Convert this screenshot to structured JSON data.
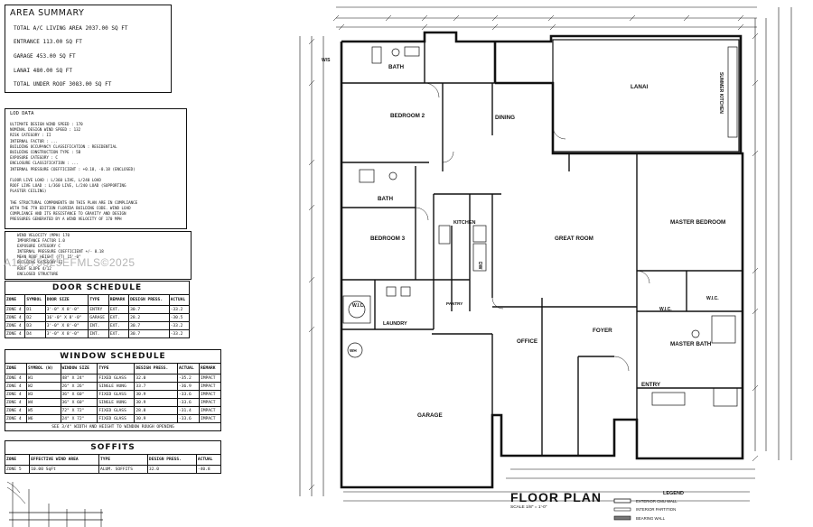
{
  "area_summary": {
    "title": "AREA SUMMARY",
    "rows": [
      "TOTAL A/C LIVING AREA 2037.00 SQ FT",
      "ENTRANCE 113.00 SQ FT",
      "GARAGE 453.00 SQ FT",
      "LANAI 480.00 SQ FT",
      "TOTAL UNDER ROOF 3083.00 SQ FT"
    ]
  },
  "load_data": {
    "title": "LOD DATA",
    "lines": [
      "ULTIMATE DESIGN WIND SPEED : 170",
      "NOMINAL DESIGN WIND SPEED : 132",
      "RISK CATEGORY : II",
      "INTERNAL FACTOR : ...",
      "BUILDING OCCUPANCY CLASSIFICATION : RESIDENTIAL",
      "BUILDING CONSTRUCTION TYPE : 5B",
      "EXPOSURE CATEGORY : C",
      "ENCLOSURE CLASSIFICATION : ...",
      "INTERNAL PRESSURE COEFFICIENT : +0.18, -0.18 (ENCLOSED)",
      "",
      "FLOOR LIVE LOAD : L/360 LIVE, L/240 LOAD",
      "ROOF LIVE LOAD : L/360 LIVE, L/240 LOAD (SUPPORTING",
      "PLASTER CEILING)",
      "",
      "THE STRUCTURAL COMPONENTS ON THIS PLAN ARE IN COMPLIANCE",
      "WITH THE 7TH EDITION FLORIDA BUILDING CODE. WIND LOAD",
      "COMPLIANCE AND ITS RESISTANCE TO GRAVITY AND DESIGN",
      "PRESSURES GENERATED BY A WIND VELOCITY OF 170 MPH"
    ]
  },
  "wind_data": {
    "lines": [
      "WIND VELOCITY (MPH) 170",
      "IMPORTANCE FACTOR 1.0",
      "EXPOSURE CATEGORY C",
      "INTERNAL PRESSURE COEFFICIENT +/- 0.18",
      "MEAN ROOF HEIGHT (FT) 15'-0\"",
      "BUILDING CATEGORY II",
      "ROOF SLOPE 4/12",
      "ENCLOSED STRUCTURE"
    ]
  },
  "door_schedule": {
    "title": "DOOR SCHEDULE",
    "headers": [
      "ZONE",
      "SYMBOL",
      "DOOR SIZE",
      "TYPE",
      "REMARK",
      "DESIGN PRESS.",
      "ACTUAL"
    ],
    "rows": [
      [
        "ZONE 4",
        "D1",
        "3'-0\" X 8'-0\"",
        "ENTRY",
        "EXT.",
        "30.7",
        "-33.2"
      ],
      [
        "ZONE 4",
        "D2",
        "16'-0\" X 8'-0\"",
        "GARAGE",
        "EXT.",
        "28.2",
        "-30.5"
      ],
      [
        "ZONE 4",
        "D3",
        "3'-0\" X 8'-0\"",
        "INT.",
        "EXT.",
        "30.7",
        "-33.2"
      ],
      [
        "ZONE 4",
        "D4",
        "3'-0\" X 8'-0\"",
        "INT.",
        "EXT.",
        "30.7",
        "-33.2"
      ]
    ]
  },
  "window_schedule": {
    "title": "WINDOW SCHEDULE",
    "headers": [
      "ZONE",
      "SYMBOL (W)",
      "WINDOW SIZE",
      "TYPE",
      "DESIGN PRESS.",
      "ACTUAL",
      "REMARK"
    ],
    "rows": [
      [
        "ZONE 4",
        "W1",
        "48\" X 24\"",
        "FIXED GLASS",
        "32.0",
        "-35.2",
        "IMPACT"
      ],
      [
        "ZONE 4",
        "W2",
        "26\" X 26\"",
        "SINGLE HUNG",
        "33.7",
        "-36.9",
        "IMPACT"
      ],
      [
        "ZONE 4",
        "W3",
        "36\" X 60\"",
        "FIXED GLASS",
        "30.9",
        "-33.6",
        "IMPACT"
      ],
      [
        "ZONE 4",
        "W4",
        "36\" X 60\"",
        "SINGLE HUNG",
        "30.9",
        "-33.6",
        "IMPACT"
      ],
      [
        "ZONE 4",
        "W5",
        "72\" X 72\"",
        "FIXED GLASS",
        "28.8",
        "-31.4",
        "IMPACT"
      ],
      [
        "ZONE 4",
        "W6",
        "24\" X 72\"",
        "FIXED GLASS",
        "30.9",
        "-33.6",
        "IMPACT"
      ]
    ],
    "note": "SEE 3/4\" WIDTH AND HEIGHT TO WINDOW ROUGH OPENING"
  },
  "soffits": {
    "title": "SOFFITS",
    "headers": [
      "ZONE",
      "EFFECTIVE WIND AREA",
      "TYPE",
      "DESIGN PRESS.",
      "ACTUAL"
    ],
    "rows": [
      [
        "ZONE 5",
        "10.00 SqFt",
        "ALUM. SOFFITS",
        "32.0",
        "-40.8"
      ]
    ]
  },
  "watermark": "A11975825EFMLS©2025",
  "floor_plan": {
    "title": "FLOOR PLAN",
    "scale": "SCALE 1/8\" = 1'-0\"",
    "rooms": {
      "bath1": "BATH",
      "ws": "W/S",
      "lanai": "LANAI",
      "bedroom2": "BEDROOM 2",
      "dining": "DINING",
      "bath2": "BATH",
      "kitchen": "KITCHEN",
      "bedroom3": "BEDROOM 3",
      "great_room": "GREAT ROOM",
      "master_bedroom": "MASTER BEDROOM",
      "pantry": "PANTRY",
      "laundry": "LAUNDRY",
      "wic1": "W.I.C.",
      "wic2": "W.I.C.",
      "wic3": "W.I.C.",
      "office": "OFFICE",
      "foyer": "FOYER",
      "master_bath": "MASTER BATH",
      "entry": "ENTRY",
      "garage": "GARAGE",
      "wh": "WH",
      "dw": "DW",
      "summer_kitchen": "SUMMER KITCHEN"
    },
    "legend": {
      "title": "LEGEND",
      "items": [
        "EXTERIOR CMU WALL",
        "INTERIOR PARTITION",
        "BEARING WALL"
      ]
    }
  }
}
